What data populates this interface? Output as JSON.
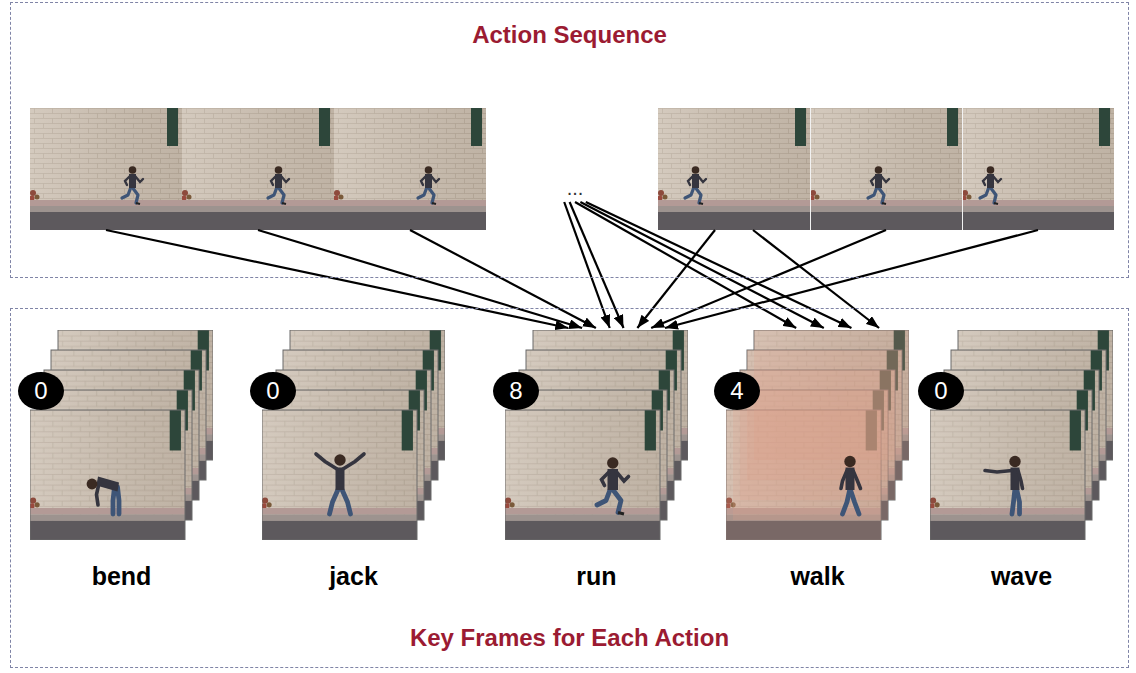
{
  "diagram": {
    "nodes": [
      {
        "text": [
          "Action Sequence"
        ]
      },
      {
        "text": [],
        "in": 0
      },
      {
        "text": [],
        "in": 0
      },
      {
        "text": [],
        "in": 0
      },
      {
        "text": [
          "..."
        ],
        "in": 0
      },
      {
        "text": [],
        "in": 0
      },
      {
        "text": [],
        "in": 0
      },
      {
        "text": [],
        "in": 0
      },
      {
        "text": [
          "Key Frames for Each Action"
        ]
      },
      {
        "text": [
          "0",
          "bend"
        ],
        "in": 8
      },
      {
        "text": [
          "0",
          "jack"
        ],
        "in": 8
      },
      {
        "text": [
          "8",
          "run"
        ],
        "in": 8
      },
      {
        "text": [
          "4",
          "walk"
        ],
        "in": 8
      },
      {
        "text": [
          "0",
          "wave"
        ],
        "in": 8
      }
    ],
    "edges": [
      {
        "from": 1,
        "to": 11,
        "arrow": "to"
      },
      {
        "from": 2,
        "to": 11,
        "arrow": "to"
      },
      {
        "from": 3,
        "to": 11,
        "arrow": "to"
      },
      {
        "from": 4,
        "to": 11,
        "arrow": "to"
      },
      {
        "from": 4,
        "to": 11,
        "arrow": "to"
      },
      {
        "from": 4,
        "to": 12,
        "arrow": "to"
      },
      {
        "from": 4,
        "to": 12,
        "arrow": "to"
      },
      {
        "from": 4,
        "to": 12,
        "arrow": "to"
      },
      {
        "from": 5,
        "to": 11,
        "arrow": "to"
      },
      {
        "from": 5,
        "to": 12,
        "arrow": "to"
      },
      {
        "from": 6,
        "to": 11,
        "arrow": "to"
      },
      {
        "from": 7,
        "to": 11,
        "arrow": "to"
      }
    ]
  }
}
